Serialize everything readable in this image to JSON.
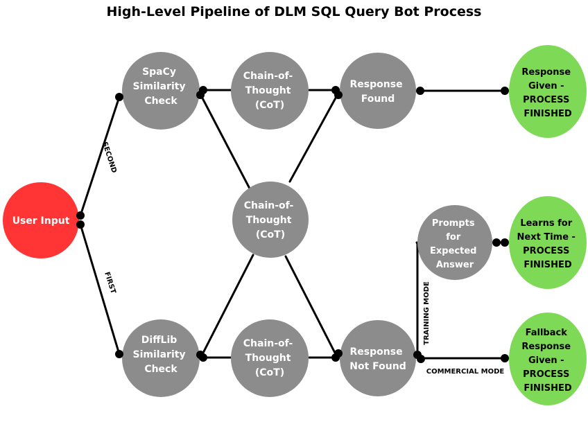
{
  "title": "High-Level Pipeline of DLM SQL Query Bot Process",
  "colors": {
    "gray_node": "#8c8c8c",
    "red_node": "#ff3535",
    "green_node": "#7ed957",
    "edge": "#000000"
  },
  "nodes": {
    "user_input": "User Input",
    "spacy_check": [
      "SpaCy",
      "Similarity",
      "Check"
    ],
    "difflib_check": [
      "DiffLib",
      "Similarity",
      "Check"
    ],
    "cot_top": [
      "Chain-of-",
      "Thought",
      "(CoT)"
    ],
    "cot_middle": [
      "Chain-of-",
      "Thought",
      "(CoT)"
    ],
    "cot_bottom": [
      "Chain-of-",
      "Thought",
      "(CoT)"
    ],
    "response_found": [
      "Response",
      "Found"
    ],
    "response_not_found": [
      "Response",
      "Not Found"
    ],
    "prompts_expected": [
      "Prompts",
      "for",
      "Expected",
      "Answer"
    ],
    "response_given": [
      "Response",
      "Given -",
      "PROCESS",
      "FINISHED"
    ],
    "learns_next_time": [
      "Learns for",
      "Next Time -",
      "PROCESS",
      "FINISHED"
    ],
    "fallback_response": [
      "Fallback",
      "Response",
      "Given -",
      "PROCESS",
      "FINISHED"
    ]
  },
  "edge_labels": {
    "second": "SECOND",
    "first": "FIRST",
    "training_mode": "TRAINING MODE",
    "commercial_mode": "COMMERCIAL MODE"
  }
}
